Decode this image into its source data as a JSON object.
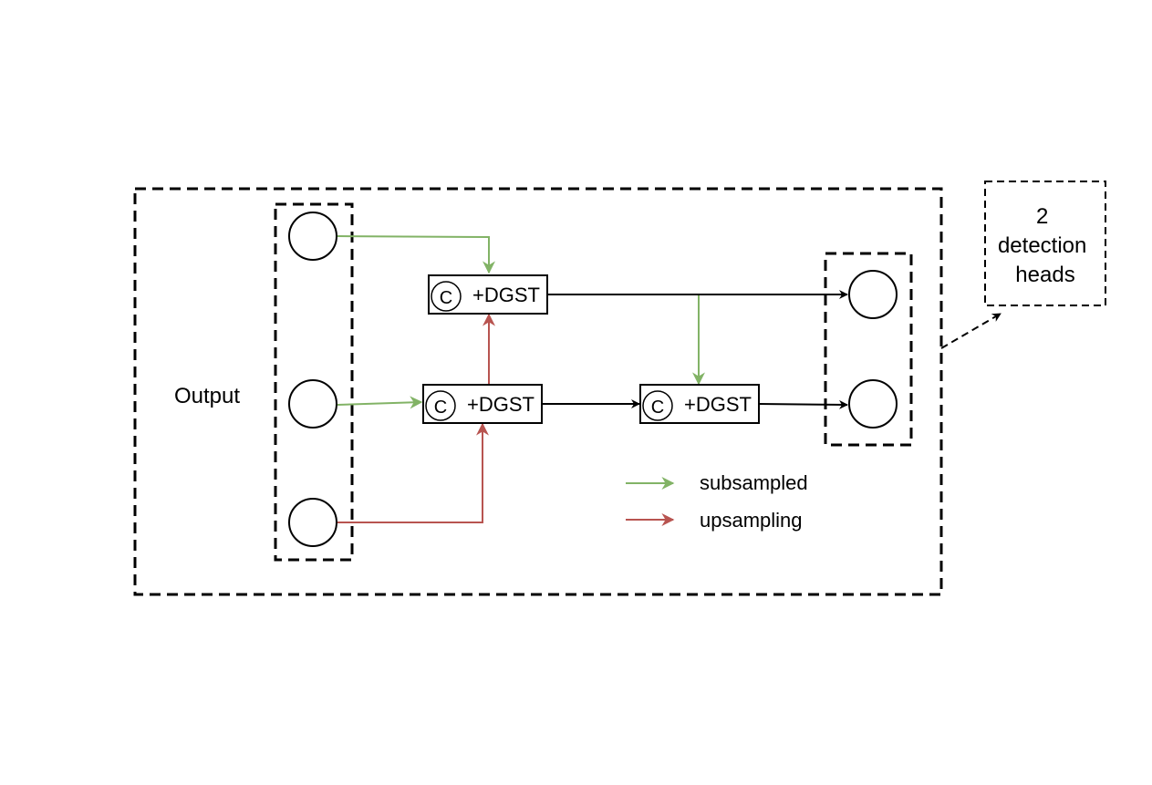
{
  "diagram": {
    "output_label": "Output",
    "block_c": "C",
    "block_text": "+DGST",
    "heads_lines": [
      "2",
      "detection",
      "heads"
    ]
  },
  "legend": {
    "subsampled": "subsampled",
    "upsampling": "upsampling"
  },
  "colors": {
    "subsampled": "#82b366",
    "upsampling": "#b85450",
    "flow": "#000000"
  }
}
